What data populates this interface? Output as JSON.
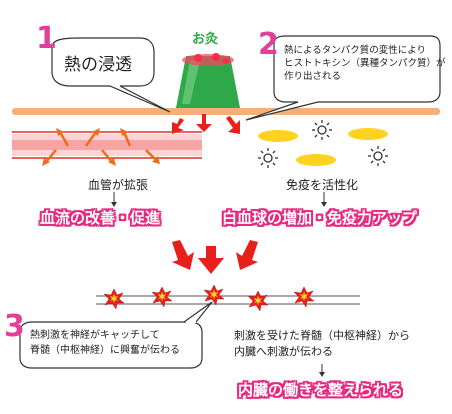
{
  "moxa_label": "お灸",
  "step1": {
    "number": "1",
    "text": "熱の浸透"
  },
  "step2": {
    "number": "2",
    "lines": [
      "熱によるタンパク質の変性により",
      "ヒストトキシン（異種タンパク質）が",
      "作り出される"
    ]
  },
  "step3": {
    "number": "3",
    "lines": [
      "熱刺激を神経がキャッチして",
      "脊髄（中枢神経）に興奮が伝わる"
    ]
  },
  "left_caption": "血管が拡張",
  "left_result": "血流の改善・促進",
  "right_caption": "免疫を活性化",
  "right_result": "白血球の増加・免疫力アップ",
  "bottom_caption_lines": [
    "刺激を受けた脊髄（中枢神経）から",
    "内臓へ刺激が伝わる"
  ],
  "bottom_result": "内臓の働きを整えられる",
  "colors": {
    "number": "#e0409a",
    "highlight": "#e8287f",
    "skin": "#f4b07a",
    "arrow": "#e8201c",
    "moxa": "#2fa84a"
  }
}
